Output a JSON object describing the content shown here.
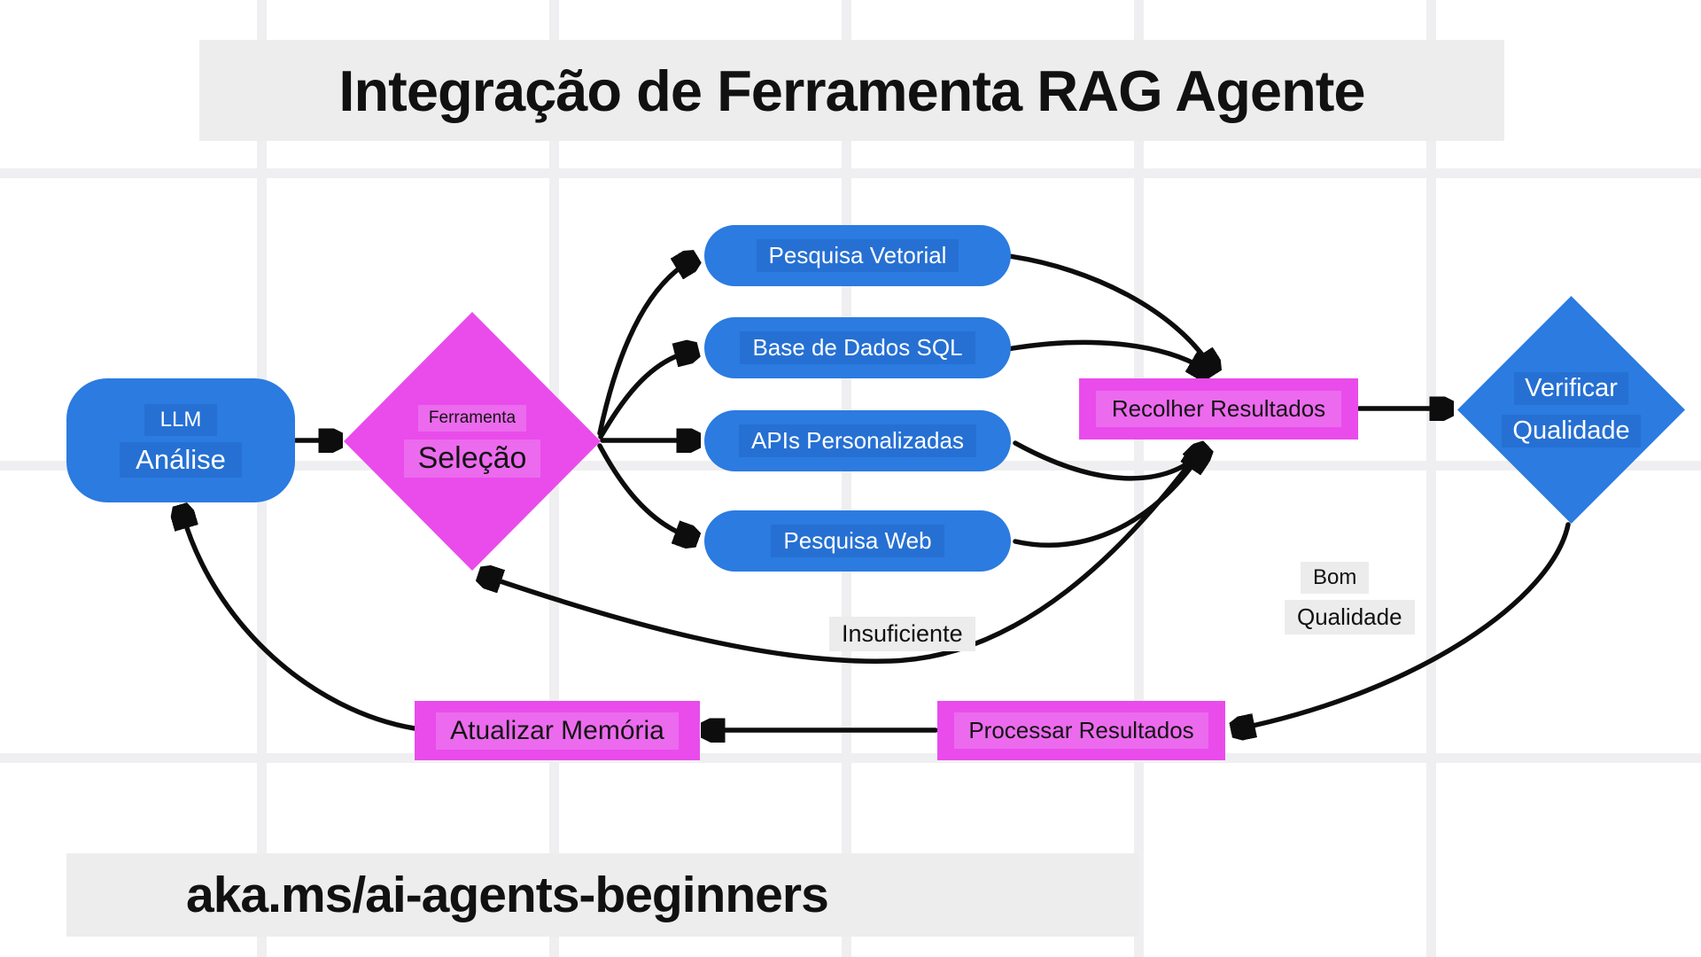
{
  "title": {
    "text": "Integração de Ferramenta RAG Agente"
  },
  "footer": {
    "text": "aka.ms/ai-agents-beginners"
  },
  "colors": {
    "node_blue": "#2b7be0",
    "node_magenta": "#e94ceb",
    "arrow_black": "#0d0d0d",
    "label_gray_bg": "#ededed",
    "grid_gray": "#efeff1"
  },
  "nodes": {
    "llm": {
      "line1": "LLM",
      "line2": "Análise"
    },
    "tool_selection": {
      "line1": "Ferramenta",
      "line2": "Seleção"
    },
    "tools": [
      {
        "label": "Pesquisa Vetorial"
      },
      {
        "label": "Base de Dados SQL"
      },
      {
        "label": "APIs Personalizadas"
      },
      {
        "label": "Pesquisa Web"
      }
    ],
    "collect_results": {
      "label": "Recolher Resultados"
    },
    "verify_quality": {
      "line1": "Verificar",
      "line2": "Qualidade"
    },
    "process_results": {
      "label": "Processar Resultados"
    },
    "update_memory": {
      "label": "Atualizar Memória"
    }
  },
  "edge_labels": {
    "good_quality_line1": "Bom",
    "good_quality_line2": "Qualidade",
    "insufficient": "Insuficiente"
  }
}
